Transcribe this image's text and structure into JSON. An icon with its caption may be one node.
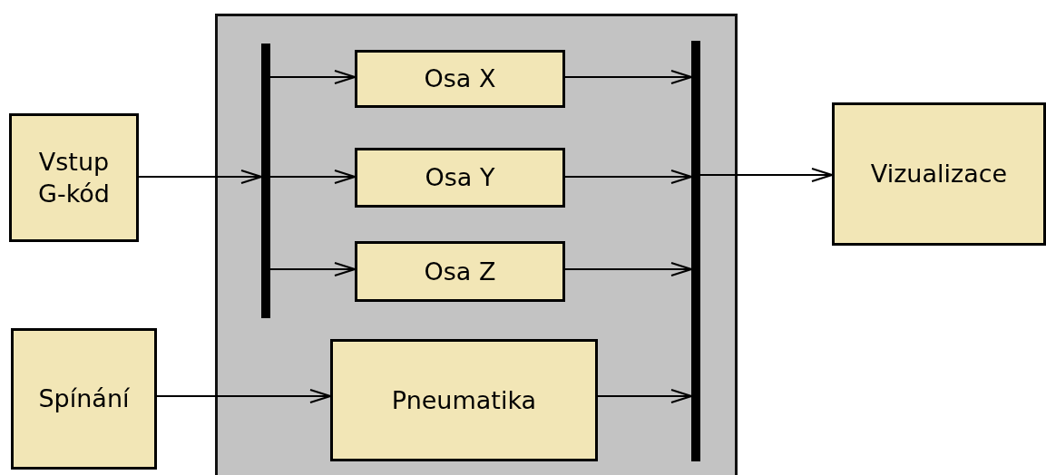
{
  "diagram": {
    "nodes": [
      {
        "text": [
          "Vstup G-kód"
        ]
      },
      {
        "text": [
          "Spínání"
        ]
      },
      {
        "text": [],
        "shape": "box"
      },
      {
        "text": [],
        "shape": "bar",
        "in": 2
      },
      {
        "text": [
          "Osa X"
        ],
        "in": 2
      },
      {
        "text": [
          "Osa Y"
        ],
        "in": 2
      },
      {
        "text": [
          "Osa Z"
        ],
        "in": 2
      },
      {
        "text": [
          "Pneumatika"
        ],
        "in": 2
      },
      {
        "text": [],
        "shape": "bar",
        "in": 2
      },
      {
        "text": [
          "Vizualizace"
        ]
      }
    ],
    "edges": [
      {
        "from": 0,
        "to": 3,
        "arrow": "to"
      },
      {
        "from": 3,
        "to": 4,
        "arrow": "to"
      },
      {
        "from": 3,
        "to": 5,
        "arrow": "to"
      },
      {
        "from": 3,
        "to": 6,
        "arrow": "to"
      },
      {
        "from": 4,
        "to": 8,
        "arrow": "to"
      },
      {
        "from": 5,
        "to": 8,
        "arrow": "to"
      },
      {
        "from": 6,
        "to": 8,
        "arrow": "to"
      },
      {
        "from": 1,
        "to": 7,
        "arrow": "to"
      },
      {
        "from": 7,
        "to": 8,
        "arrow": "to"
      },
      {
        "from": 8,
        "to": 9,
        "arrow": "to"
      }
    ]
  }
}
